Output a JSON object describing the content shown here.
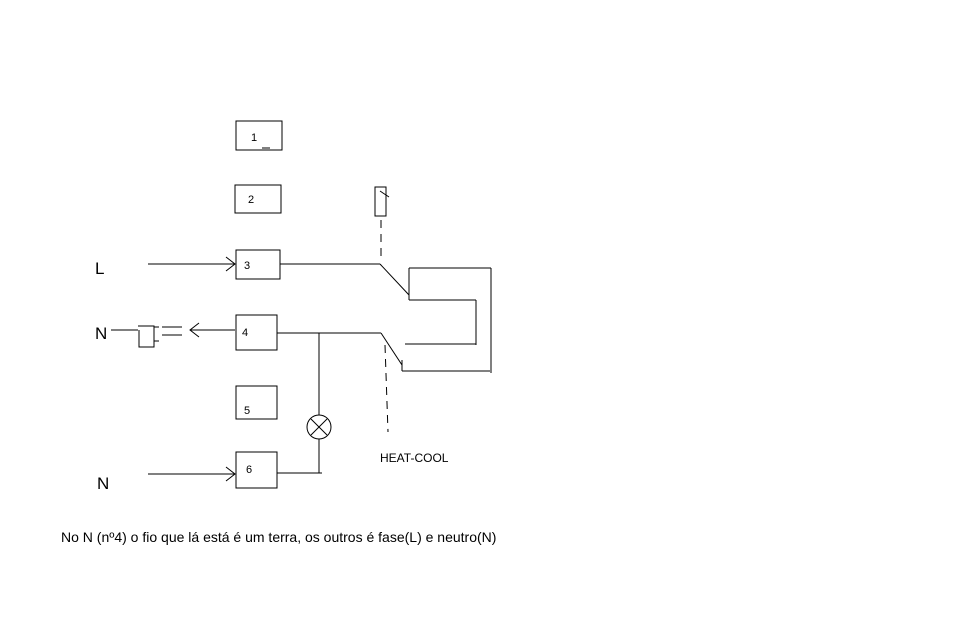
{
  "terminals": [
    {
      "label": "1"
    },
    {
      "label": "2"
    },
    {
      "label": "3"
    },
    {
      "label": "4"
    },
    {
      "label": "5"
    },
    {
      "label": "6"
    }
  ],
  "wire_labels": {
    "line": "L",
    "neutral_top": "N",
    "neutral_bottom": "N"
  },
  "switch_label": "HEAT-COOL",
  "note": "No N (nº4) o fio que lá está é um terra, os outros é fase(L) e neutro(N)"
}
